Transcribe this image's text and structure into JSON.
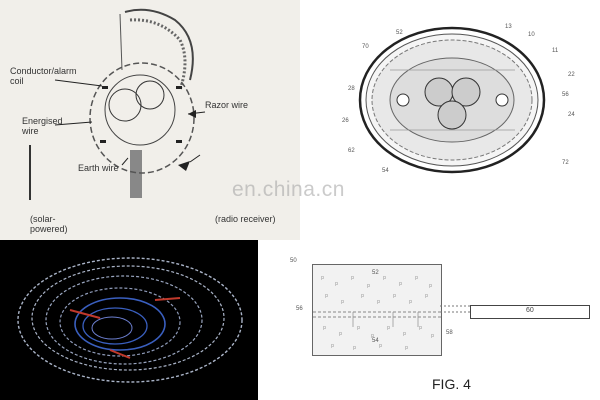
{
  "top_left": {
    "labels": {
      "conductor": "Conductor/alarm\ncoil",
      "energised": "Energised\nwire",
      "razor": "Razor wire",
      "earth": "Earth wire",
      "solar": "(solar-\npowered)",
      "radio": "(radio receiver)"
    }
  },
  "top_right": {
    "numbers": [
      "13",
      "52",
      "10",
      "11",
      "70",
      "22",
      "28",
      "56",
      "26",
      "24",
      "62",
      "72",
      "54"
    ]
  },
  "bottom_right": {
    "numbers": [
      "50",
      "52",
      "56",
      "58",
      "54",
      "60"
    ],
    "caption": "FIG. 4"
  },
  "watermark": "en.china.cn",
  "colors": {
    "arrow_red": "#c0392b",
    "photo_wire": "#aab4c8",
    "photo_core": "#3a5fbf"
  }
}
